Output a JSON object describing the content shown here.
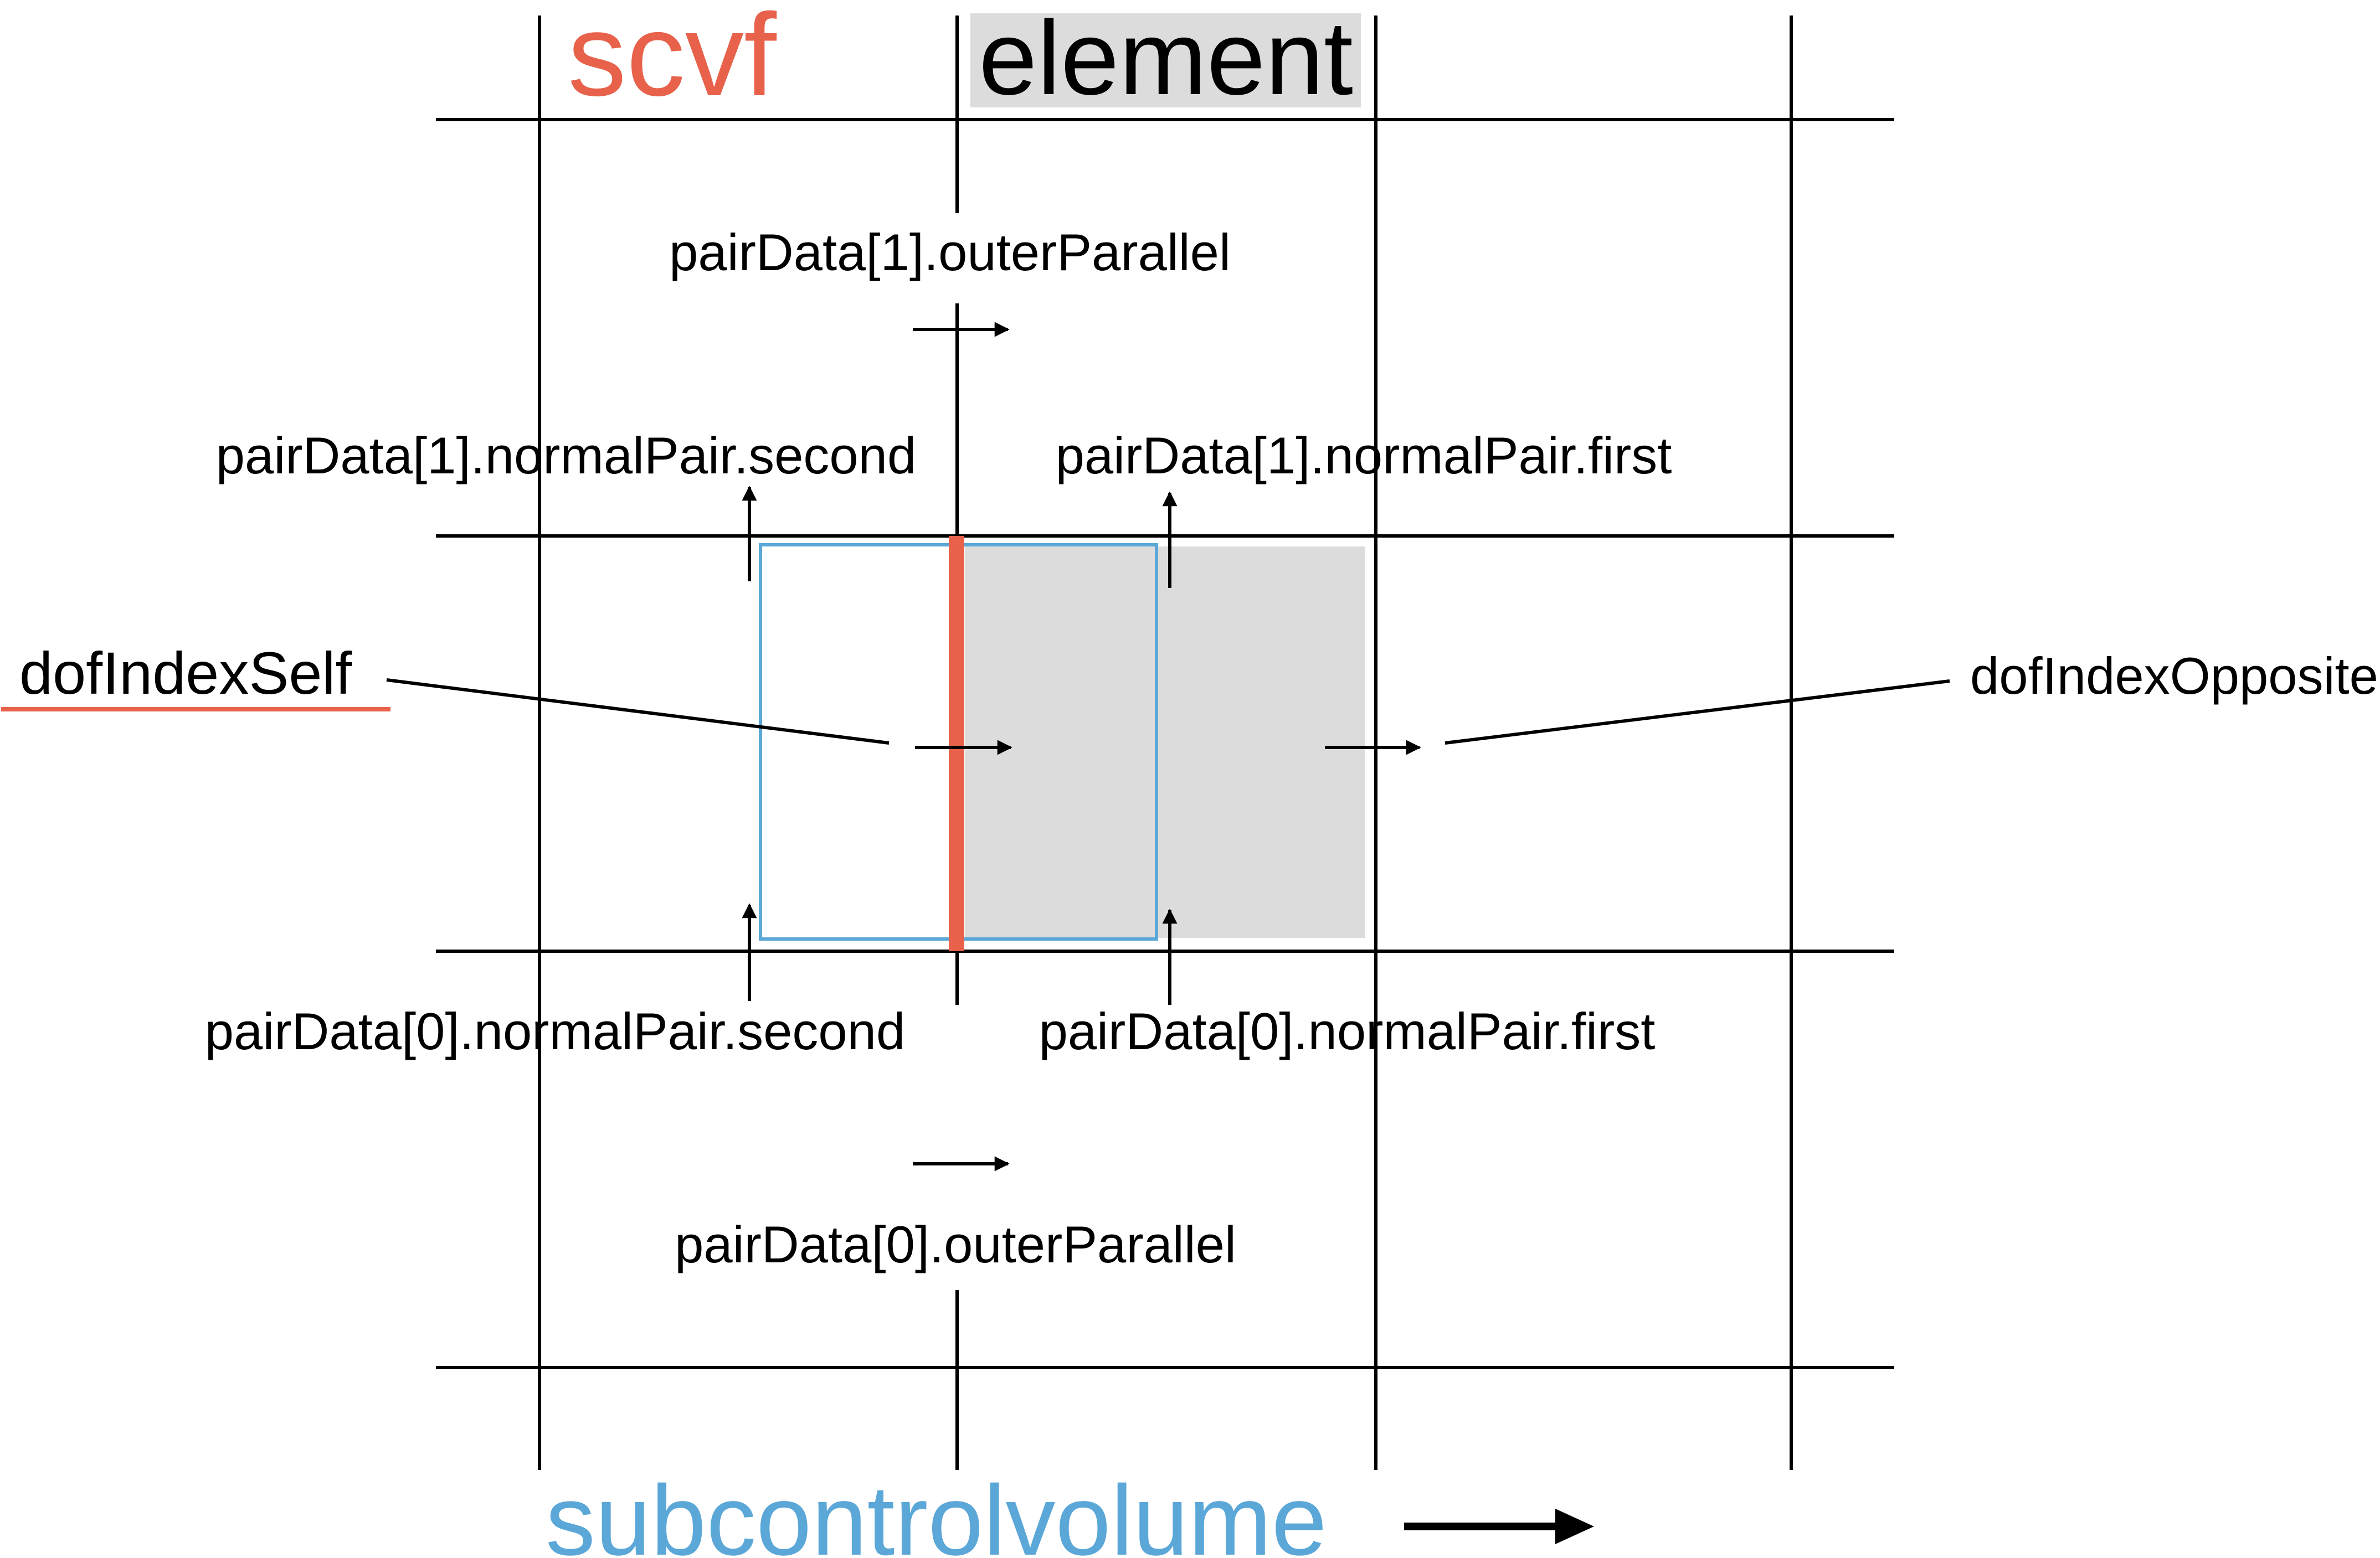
{
  "title_scvf": "scvf",
  "title_element": "element",
  "labels": {
    "pair1_outer_parallel": "pairData[1].outerParallel",
    "pair1_normal_second": "pairData[1].normalPair.second",
    "pair1_normal_first": "pairData[1].normalPair.first",
    "dof_index_self": "dofIndexSelf",
    "dof_index_opposite": "dofIndexOpposite",
    "pair0_normal_second": "pairData[0].normalPair.second",
    "pair0_normal_first": "pairData[0].normalPair.first",
    "pair0_outer_parallel": "pairData[0].outerParallel"
  },
  "legend_subcontrolvolume": "subcontrolvolume",
  "colors": {
    "scvf": "#e8614a",
    "subcontrolvolume": "#5aa7d8",
    "element_fill": "#dcdcdc",
    "grid": "#000000"
  }
}
